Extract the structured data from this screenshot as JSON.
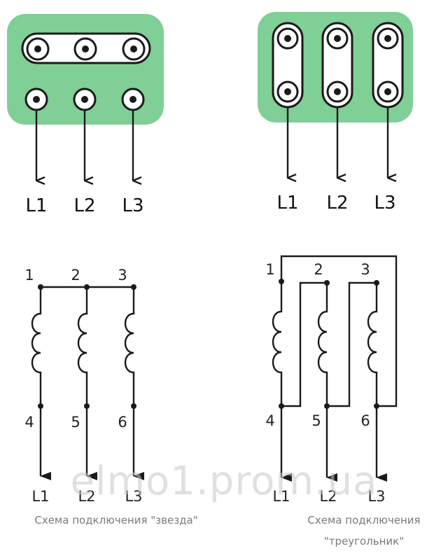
{
  "star_block": {
    "terminal_labels": [
      "L1",
      "L2",
      "L3"
    ]
  },
  "delta_block": {
    "terminal_labels": [
      "L1",
      "L2",
      "L3"
    ]
  },
  "star_schematic": {
    "node_numbers": [
      "1",
      "2",
      "3",
      "4",
      "5",
      "6"
    ],
    "line_labels": [
      "L1",
      "L2",
      "L3"
    ],
    "caption": "Схема подключения \"звезда\""
  },
  "delta_schematic": {
    "node_numbers": [
      "1",
      "2",
      "3",
      "4",
      "5",
      "6"
    ],
    "line_labels": [
      "L1",
      "L2",
      "L3"
    ],
    "caption_line1": "Схема подключения",
    "caption_line2": "\"треугольник\""
  },
  "watermark": "elmo1.prom.ua",
  "colors": {
    "board": "#7fcf96",
    "wire": "#1a1a1a"
  }
}
